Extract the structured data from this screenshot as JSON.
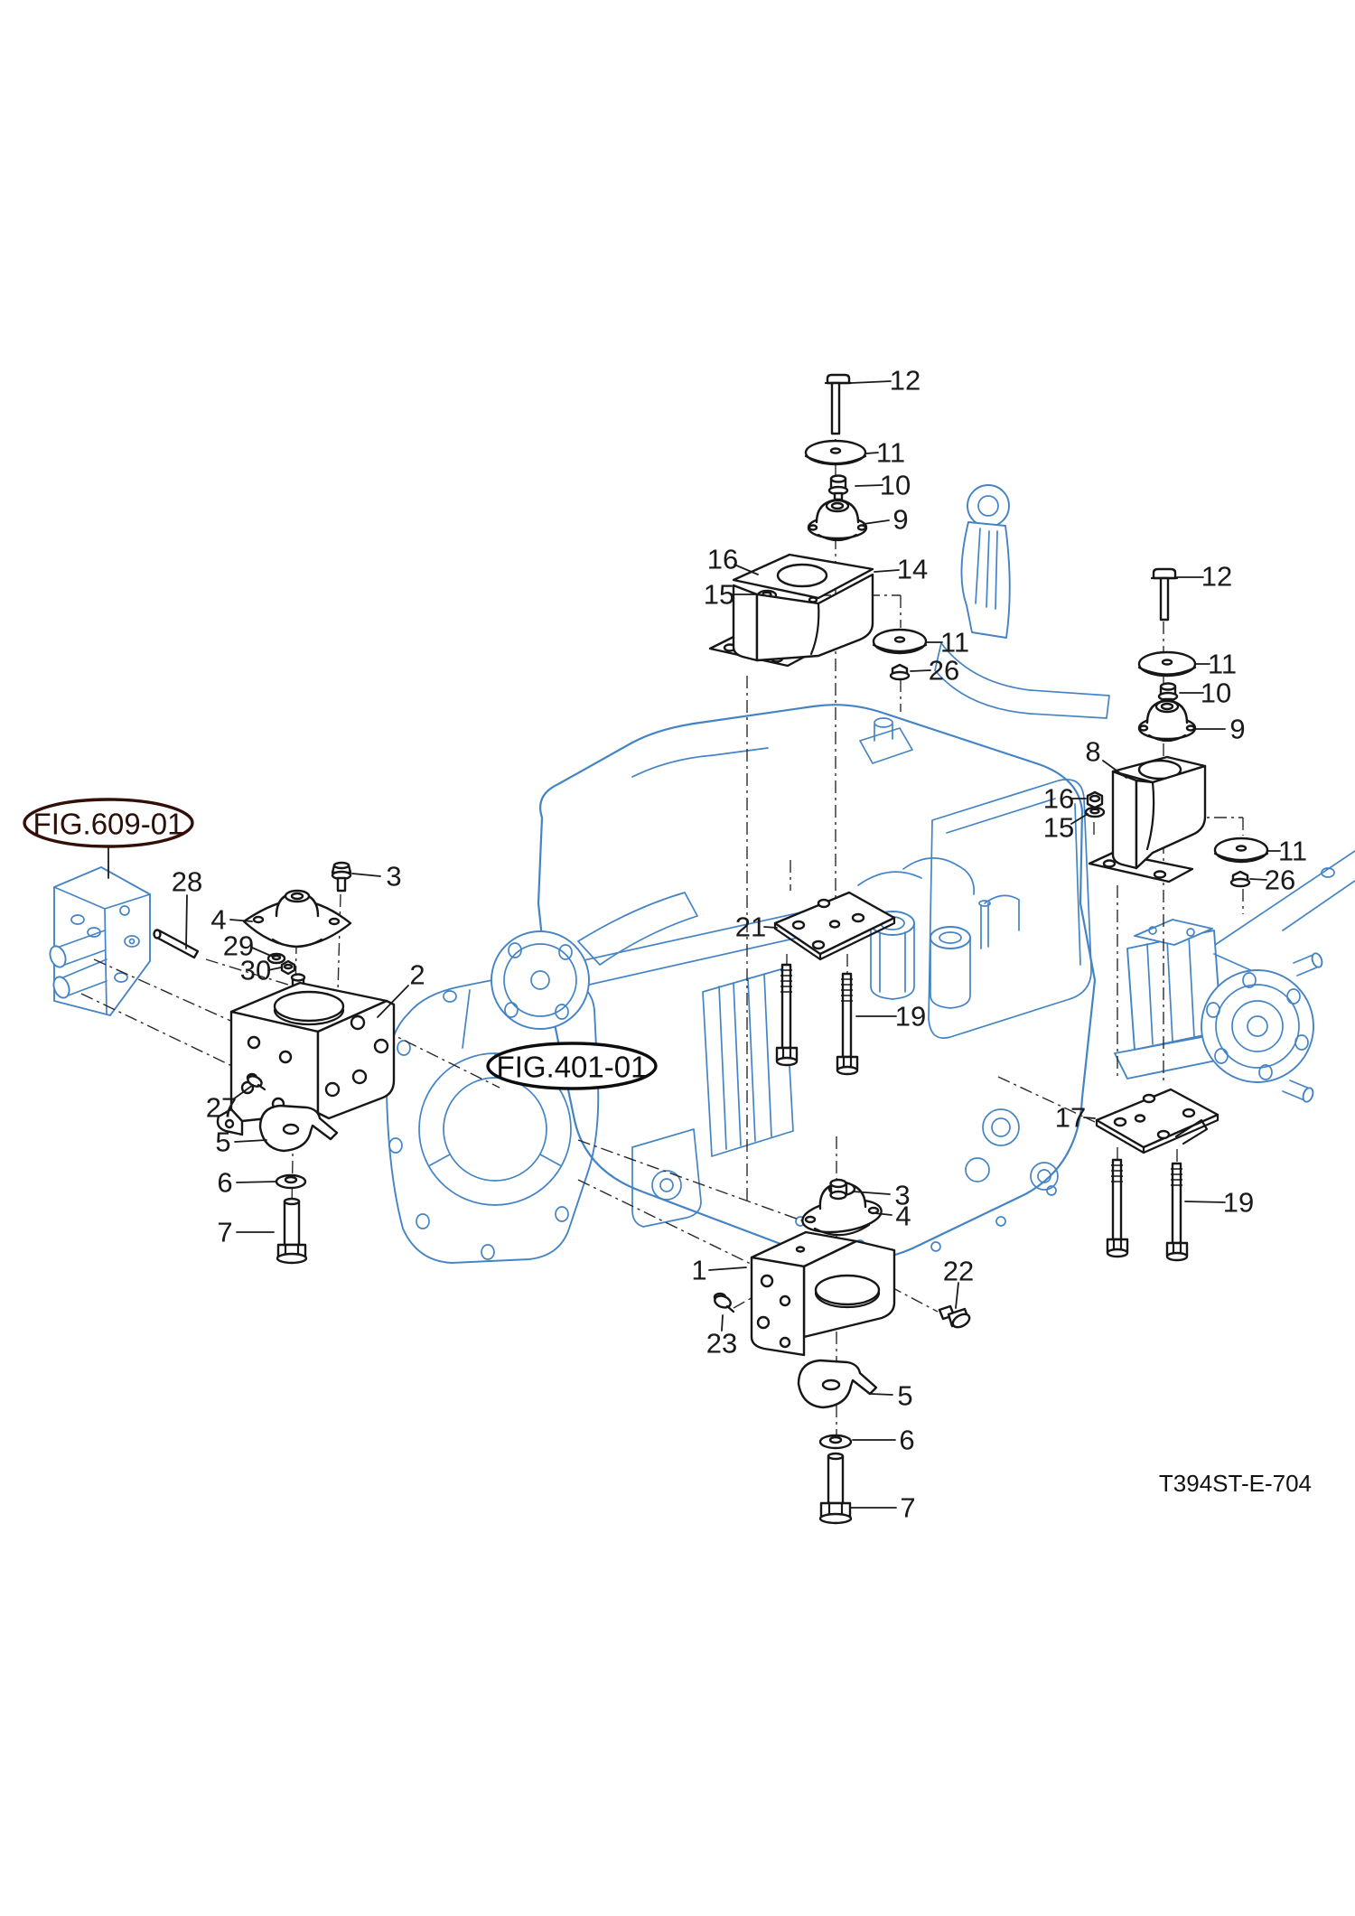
{
  "figure": {
    "code_label": "T394ST-E-704",
    "references": [
      {
        "label": "FIG.609-01"
      },
      {
        "label": "FIG.401-01"
      }
    ],
    "callouts": [
      {
        "label": "28"
      },
      {
        "label": "3"
      },
      {
        "label": "4"
      },
      {
        "label": "29"
      },
      {
        "label": "30"
      },
      {
        "label": "2"
      },
      {
        "label": "27"
      },
      {
        "label": "5"
      },
      {
        "label": "6"
      },
      {
        "label": "7"
      },
      {
        "label": "12"
      },
      {
        "label": "11"
      },
      {
        "label": "10"
      },
      {
        "label": "9"
      },
      {
        "label": "16"
      },
      {
        "label": "15"
      },
      {
        "label": "14"
      },
      {
        "label": "11"
      },
      {
        "label": "26"
      },
      {
        "label": "21"
      },
      {
        "label": "19"
      },
      {
        "label": "12"
      },
      {
        "label": "11"
      },
      {
        "label": "10"
      },
      {
        "label": "9"
      },
      {
        "label": "8"
      },
      {
        "label": "16"
      },
      {
        "label": "15"
      },
      {
        "label": "11"
      },
      {
        "label": "26"
      },
      {
        "label": "17"
      },
      {
        "label": "19"
      },
      {
        "label": "3"
      },
      {
        "label": "4"
      },
      {
        "label": "1"
      },
      {
        "label": "22"
      },
      {
        "label": "23"
      },
      {
        "label": "5"
      },
      {
        "label": "6"
      },
      {
        "label": "7"
      }
    ]
  },
  "colors": {
    "machine_line_blue": "#4584c4",
    "part_line_black": "#161616",
    "fig609_oval_stroke": "#330f08",
    "fig401_oval_stroke": "#0d0d0d",
    "background": "#ffffff"
  }
}
